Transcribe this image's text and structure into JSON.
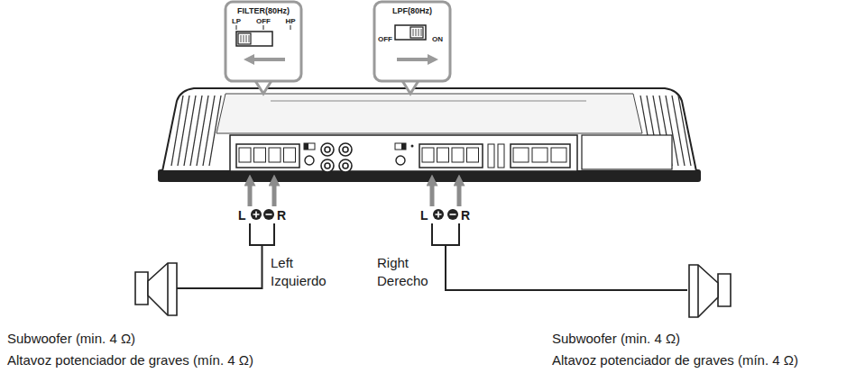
{
  "diagram": {
    "nodes": [
      {
        "text": [
          "FILTER(80Hz)",
          "LP",
          "OFF",
          "HP"
        ]
      },
      {
        "text": [
          "LPF(80Hz)",
          "OFF",
          "ON"
        ]
      }
    ],
    "labels": [
      "L",
      "R",
      "L",
      "R",
      "Left",
      "Izquierdo",
      "Right",
      "Derecho",
      "Subwoofer (min. 4 Ω)",
      "Altavoz potenciador de graves (mín. 4 Ω)",
      "Subwoofer (min. 4 Ω)",
      "Altavoz potenciador de graves (mín. 4 Ω)"
    ]
  }
}
